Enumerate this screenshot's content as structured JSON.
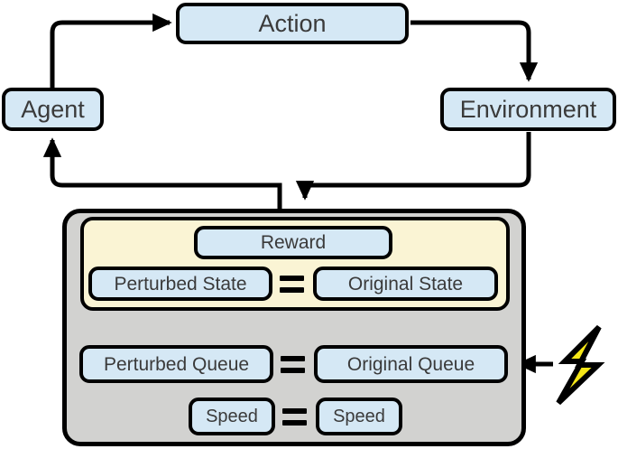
{
  "diagram": {
    "title": "Reinforcement learning loop with perturbed state comparison",
    "colors": {
      "node_fill": "#d5e8f5",
      "node_stroke": "#000000",
      "gray_panel_fill": "#d2d2d0",
      "yellow_panel_fill": "#faf4d4",
      "bolt_fill": "#f5e617",
      "text": "#3a3a3a"
    },
    "loop": {
      "agent_label": "Agent",
      "action_label": "Action",
      "environment_label": "Environment"
    },
    "panel": {
      "reward_label": "Reward",
      "perturbed_state_label": "Perturbed State",
      "original_state_label": "Original State",
      "perturbed_queue_label": "Perturbed Queue",
      "original_queue_label": "Original Queue",
      "speed_left_label": "Speed",
      "speed_right_label": "Speed",
      "equals_symbol": "="
    },
    "icons": {
      "bolt": "lightning-bolt-icon"
    },
    "edges": [
      {
        "name": "agent-to-action",
        "from": "Agent",
        "to": "Action"
      },
      {
        "name": "action-to-environment",
        "from": "Action",
        "to": "Environment"
      },
      {
        "name": "environment-to-panel",
        "from": "Environment",
        "to": "Reward Panel"
      },
      {
        "name": "panel-to-agent",
        "from": "Reward Panel",
        "to": "Agent"
      },
      {
        "name": "perturbed-queue-to-perturbed-state",
        "from": "Perturbed Queue",
        "to": "Perturbed State"
      },
      {
        "name": "original-state-to-original-queue",
        "from": "Original State",
        "to": "Original Queue"
      },
      {
        "name": "bolt-to-original-queue",
        "from": "Lightning Bolt",
        "to": "Original Queue"
      }
    ]
  }
}
